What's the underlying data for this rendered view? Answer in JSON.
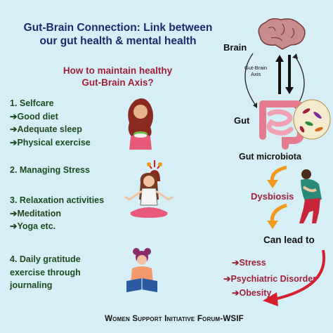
{
  "title": {
    "line1": "Gut-Brain Connection:  Link between",
    "line2": "our gut health & mental health"
  },
  "subtitle": {
    "line1": "How to maintain healthy",
    "line2": "Gut-Brain Axis?"
  },
  "steps": [
    {
      "heading": "1. Selfcare",
      "items": [
        "➔Good diet",
        "➔Adequate sleep",
        "➔Physical exercise"
      ]
    },
    {
      "heading": "2. Managing Stress",
      "items": []
    },
    {
      "heading": "3. Relaxation activities",
      "items": [
        "➔Meditation",
        "➔Yoga etc."
      ]
    },
    {
      "heading": "4. Daily gratitude",
      "items": [
        "exercise through",
        "journaling"
      ]
    }
  ],
  "diagram": {
    "brain_label": "Brain",
    "axis_label_line1": "Gut-Brain",
    "axis_label_line2": "Axis",
    "gut_label": "Gut",
    "microbiota_label": "Gut microbiota",
    "dysbiosis_label": "Dysbiosis",
    "lead_to_label": "Can lead to",
    "outcomes": [
      "➔Stress",
      "➔Psychiatric Disorder",
      "➔Obesity"
    ]
  },
  "footer": "Women Support Initiative Forum-WSIF",
  "colors": {
    "background": "#d6eef6",
    "title": "#1b2a6e",
    "subtitle": "#a0203a",
    "steps": "#1f4a1f",
    "arrow_orange": "#f29a1c",
    "arrow_red": "#d4202c"
  },
  "icons": [
    "woman-eating-salad-icon",
    "stressed-woman-icon",
    "meditating-woman-icon",
    "journaling-woman-icon",
    "brain-icon",
    "intestine-icon",
    "microbiota-icon",
    "stomach-ache-person-icon"
  ]
}
